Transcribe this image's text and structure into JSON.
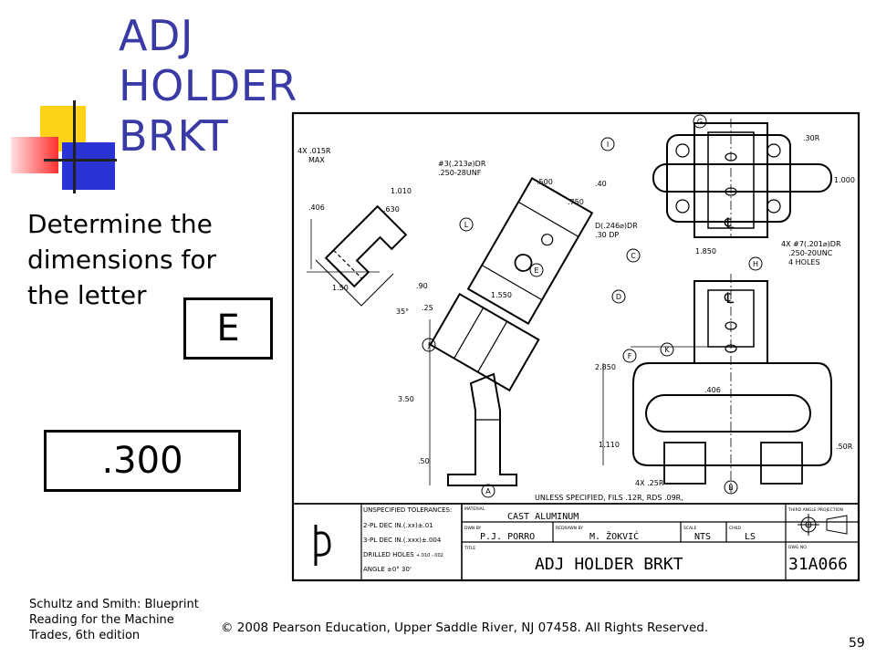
{
  "slide": {
    "title_lines": [
      "ADJ",
      "HOLDER",
      "BRKT"
    ],
    "question": "Determine the dimensions for the letter",
    "letter": "E",
    "answer": ".300",
    "citation": "Schultz and Smith: Blueprint Reading for the Machine Trades, 6th edition",
    "copyright": "© 2008 Pearson Education, Upper Saddle River, NJ 07458. All Rights Reserved.",
    "page_number": "59"
  },
  "drawing": {
    "dims": {
      "d015r": "4X .015R",
      "max": "MAX",
      "d1010": "1.010",
      "d630": ".630",
      "d406a": ".406",
      "d150": "1.50",
      "hole_a": "#3(.213⌀)DR",
      "thread_a": ".250-28UNF",
      "d500a": ".500",
      "d750": ".750",
      "hole_b": "D(.246⌀)DR",
      "depth_b": ".30 DP",
      "d90": ".90",
      "d25": ".25",
      "d35": "35°",
      "d1550": "1.550",
      "d350": "3.50",
      "d50b": ".50",
      "d40": ".40",
      "d30r": ".30R",
      "d1000": "1.000",
      "d1850": "1.850",
      "hole_c": "4X #7(.201⌀)DR",
      "thread_c": ".250-20UNC",
      "holes4": "4 HOLES",
      "d2850": "2.850",
      "d406b": ".406",
      "d1110": "1.110",
      "d50r": ".50R",
      "d25r": "4X .25R",
      "note": "UNLESS SPECIFIED, FILS .12R, RDS .09R,"
    },
    "letters": [
      "A",
      "B",
      "C",
      "D",
      "E",
      "F",
      "G",
      "H",
      "I",
      "J",
      "K",
      "L"
    ],
    "title_block": {
      "tol_head": "UNSPECIFIED TOLERANCES:",
      "tol_2pl": "2-PL DEC IN.(.xx)±.01",
      "tol_3pl": "3-PL DEC IN.(.xxx)±.004",
      "tol_drill": "DRILLED HOLES",
      "tol_drill_val": "+.010 -.002",
      "tol_angle": "ANGLE ±0° 30'",
      "material_label": "MATERIAL",
      "material": "CAST ALUMINUM",
      "dwn_label": "DWN BY",
      "dwn": "P.J. PORRO",
      "redrawn_label": "REDRAWN BY",
      "redrawn": "M. ŽOKVIĆ",
      "scale_label": "SCALE",
      "scale": "NTS",
      "chkd_label": "CHKD",
      "chkd": "LS",
      "title_label": "TITLE",
      "title": "ADJ HOLDER BRKT",
      "projection": "THIRD ANGLE PROJECTION",
      "dwg_label": "DWG NO.",
      "dwg": "31A066"
    }
  }
}
